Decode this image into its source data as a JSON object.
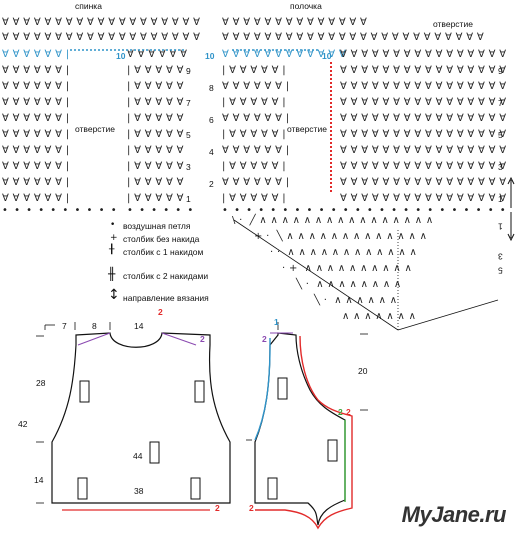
{
  "titles": {
    "back": "спинка",
    "front": "полочка"
  },
  "opening_labels": {
    "back_center": "отверстие",
    "front_top": "отверстие",
    "front_center": "отверстие"
  },
  "row_numbers": {
    "back_right": [
      "9",
      "7",
      "5",
      "3",
      "1"
    ],
    "back_blue": "10",
    "front_blue_left": "10",
    "front_blue_right": "10",
    "front_left": [
      "8",
      "6",
      "4",
      "2"
    ],
    "front_right": [
      "9",
      "7",
      "5",
      "3",
      "1"
    ],
    "yoke_rows": [
      "1",
      "3",
      "5"
    ]
  },
  "legend": [
    {
      "symbol": "•",
      "label": "воздушная  петля"
    },
    {
      "symbol": "+",
      "label": "столбик без накида"
    },
    {
      "symbol": "╂",
      "label": "столбик с 1 накидом"
    },
    {
      "symbol": "╫",
      "label": "столбик с 2 накидами"
    },
    {
      "symbol": "↕",
      "label": "направление вязания"
    }
  ],
  "back_dimensions": {
    "top_left": "7",
    "top_mid": "8",
    "top_neck": "14",
    "marker_red": "2",
    "marker_purple": "2",
    "height_upper": "28",
    "height_total": "42",
    "height_lower": "14",
    "center": "44",
    "bottom": "38",
    "bottom_red": "2"
  },
  "front_dimensions": {
    "marker_blue": "1",
    "marker_purple": "2",
    "side": "20",
    "green": "2",
    "red_side": "2",
    "bottom_red": "2"
  },
  "logo": "MyJane.ru",
  "colors": {
    "blue": "#2f93c8",
    "red": "#e22b2b",
    "purple": "#8a49b0",
    "green": "#3aa63a",
    "ink": "#111111"
  }
}
